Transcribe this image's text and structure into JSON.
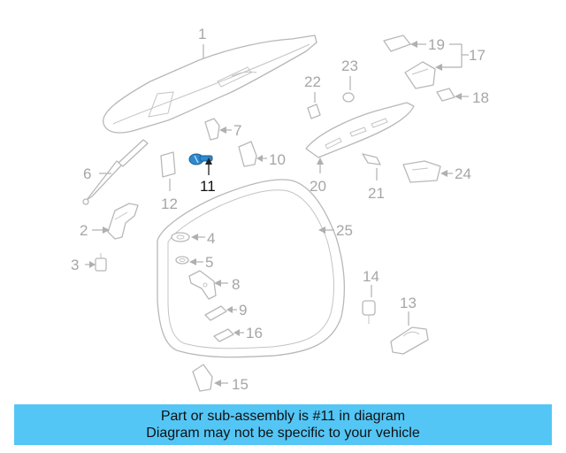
{
  "banner": {
    "line1": "Part or sub-assembly is #11 in diagram",
    "line2": "Diagram may not be specific to your vehicle"
  },
  "callouts": {
    "c1": "1",
    "c2": "2",
    "c3": "3",
    "c4": "4",
    "c5": "5",
    "c6": "6",
    "c7": "7",
    "c8": "8",
    "c9": "9",
    "c10": "10",
    "c11": "11",
    "c12": "12",
    "c13": "13",
    "c14": "14",
    "c15": "15",
    "c16": "16",
    "c17": "17",
    "c18": "18",
    "c19": "19",
    "c20": "20",
    "c21": "21",
    "c22": "22",
    "c23": "23",
    "c24": "24",
    "c25": "25"
  },
  "colors": {
    "highlight_part": "#2d8ad1",
    "banner_bg": "#54c6f6",
    "part_outline": "#b8b8b8",
    "callout_text": "#a6a6a6"
  }
}
